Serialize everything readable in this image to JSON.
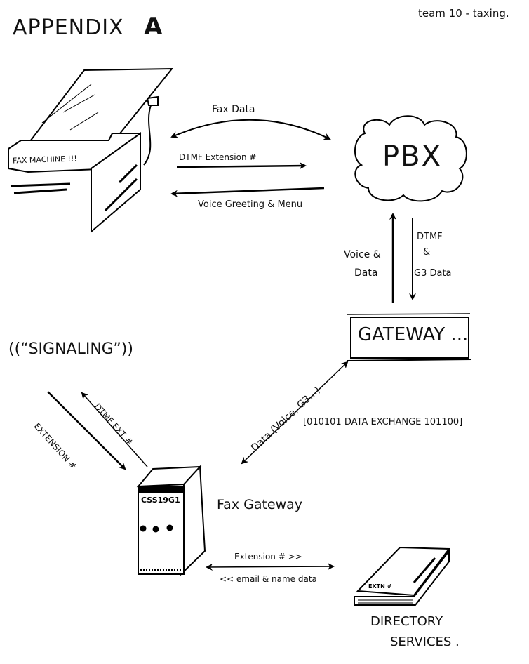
{
  "header": {
    "title": "APPENDIX",
    "title_letter": "A",
    "team_note": "team 10 - taxing."
  },
  "nodes": {
    "fax_machine": {
      "label": "FAX MACHINE !!!"
    },
    "pbx": {
      "label": "PBX"
    },
    "gateway": {
      "label": "GATEWAY ..."
    },
    "fax_gateway": {
      "label": "Fax Gateway",
      "device_id": "CSS19G1"
    },
    "directory_services": {
      "label_line1": "DIRECTORY",
      "label_line2": "SERVICES .",
      "book_label": "EXTN #"
    }
  },
  "edges": {
    "fax_data": "Fax Data",
    "dtmf_extension": "DTMF Extension #",
    "voice_greeting": "Voice Greeting & Menu",
    "voice_data_line1": "Voice &",
    "voice_data_line2": "Data",
    "dtmf_g3_line1": "DTMF",
    "dtmf_g3_line2": "&",
    "dtmf_g3_line3": "G3 Data",
    "data_voice_g3": "Data (Voice, G3...)",
    "data_exchange": "[010101 DATA EXCHANGE 101100]",
    "dtmf_ext": "DTMF EXT #",
    "extension": "EXTENSION #",
    "extension_out": "Extension # >>",
    "email_name": "<< email & name data"
  },
  "annotations": {
    "signaling": "((“SIGNALING”))"
  }
}
